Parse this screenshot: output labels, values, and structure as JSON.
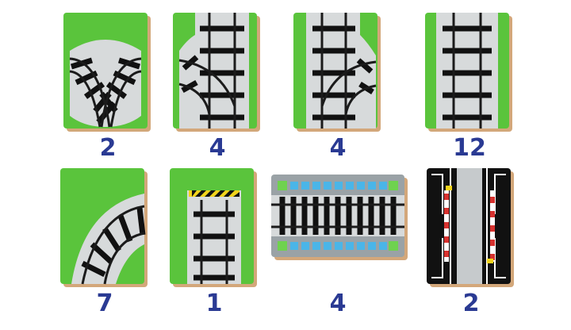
{
  "colors": {
    "grass": "#5ac43c",
    "gravel": "#d7dadb",
    "tie": "#111111",
    "rail": "#1b1b1b",
    "number": "#2a3a93",
    "edge": "#d3a77a",
    "platform": "#9aa2a6",
    "platform_tile": "#4ab5e8",
    "platform_green": "#6fd24f",
    "stripe_red": "#d6322f",
    "stripe_yellow": "#f2d41c",
    "road": "#c6cacc"
  },
  "tiles": [
    {
      "name": "double-curve-switch",
      "icon": "double-curve-switch-icon",
      "count": "2"
    },
    {
      "name": "left-switch",
      "icon": "left-switch-icon",
      "count": "4"
    },
    {
      "name": "right-switch",
      "icon": "right-switch-icon",
      "count": "4"
    },
    {
      "name": "straight-track",
      "icon": "straight-track-icon",
      "count": "12"
    },
    {
      "name": "curve-track",
      "icon": "curve-track-icon",
      "count": "7"
    },
    {
      "name": "buffer-stop",
      "icon": "buffer-stop-icon",
      "count": "1"
    },
    {
      "name": "station-platform",
      "icon": "station-platform-icon",
      "count": "4"
    },
    {
      "name": "level-crossing",
      "icon": "level-crossing-icon",
      "count": "2"
    }
  ]
}
